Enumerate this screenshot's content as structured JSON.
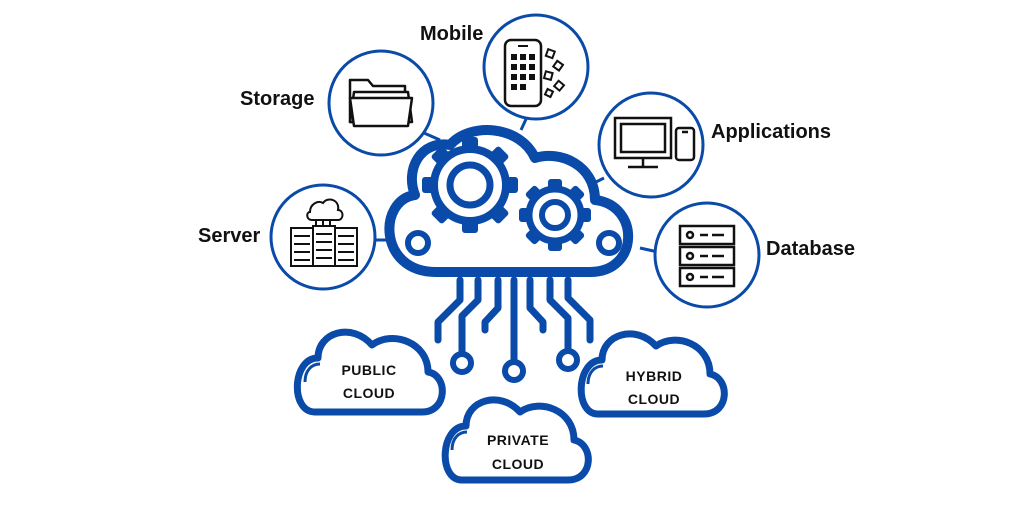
{
  "colors": {
    "primary": "#0a4aa8",
    "ink": "#111111",
    "background": "#ffffff"
  },
  "nodes": {
    "mobile": {
      "label": "Mobile",
      "icon": "smartphone-icon"
    },
    "storage": {
      "label": "Storage",
      "icon": "folder-icon"
    },
    "applications": {
      "label": "Applications",
      "icon": "monitor-phone-icon"
    },
    "server": {
      "label": "Server",
      "icon": "server-rack-icon"
    },
    "database": {
      "label": "Database",
      "icon": "database-stack-icon"
    }
  },
  "center": {
    "icon": "cloud-gears-icon"
  },
  "clouds": {
    "public": {
      "line1": "PUBLIC",
      "line2": "CLOUD"
    },
    "private": {
      "line1": "PRIVATE",
      "line2": "CLOUD"
    },
    "hybrid": {
      "line1": "HYBRID",
      "line2": "CLOUD"
    }
  }
}
